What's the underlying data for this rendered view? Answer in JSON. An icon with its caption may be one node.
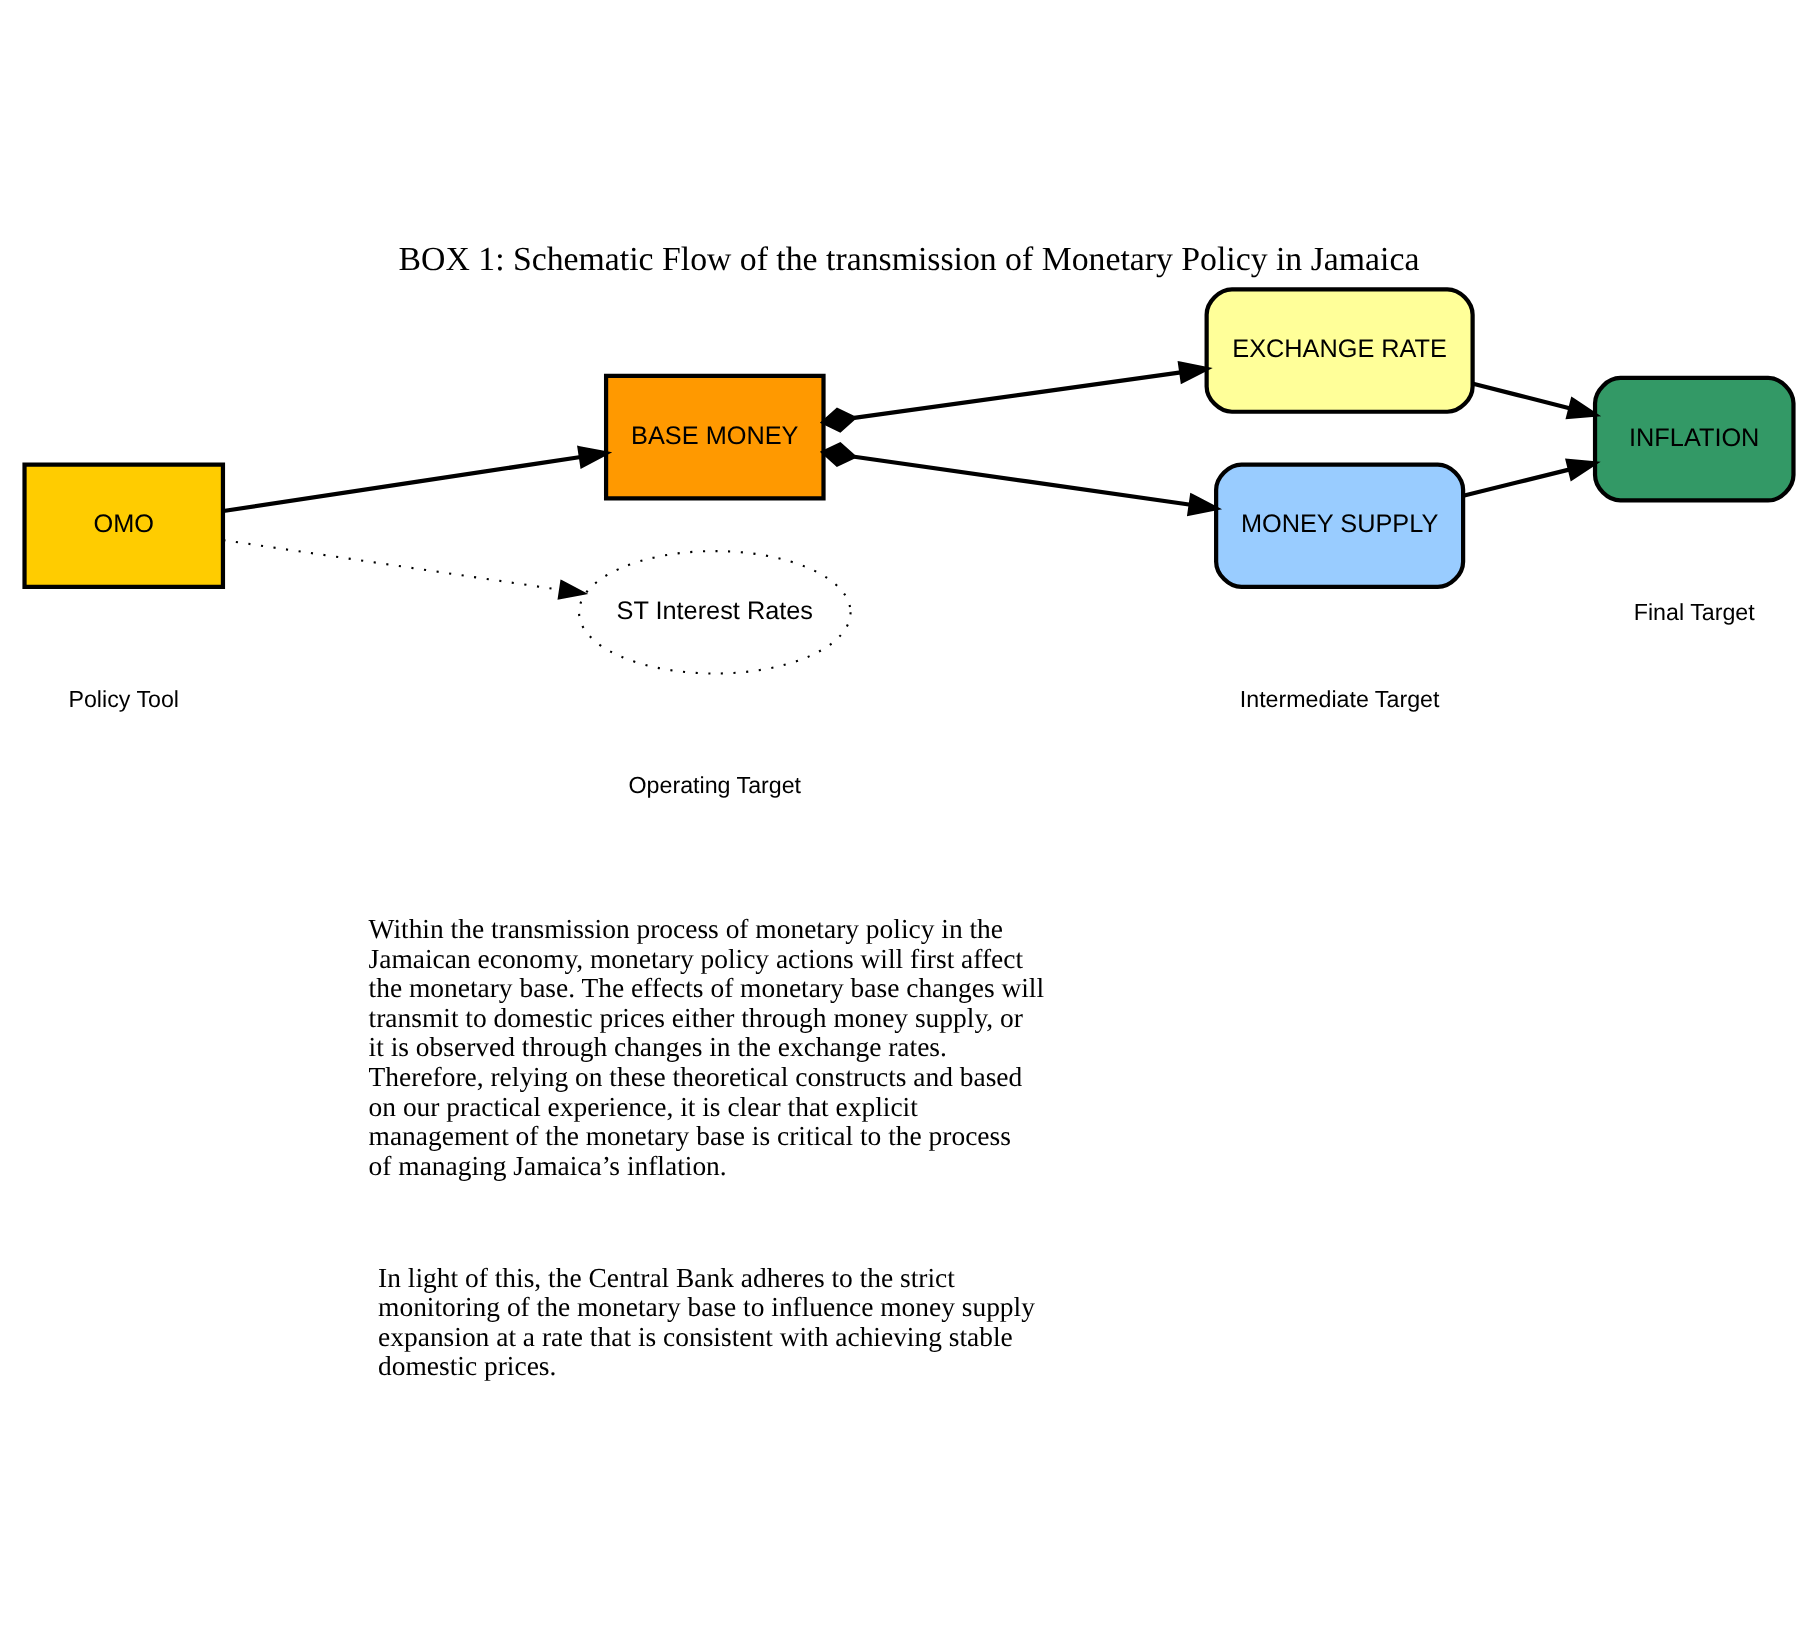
{
  "diagram": {
    "title": "BOX 1: Schematic Flow of the transmission of Monetary Policy in Jamaica",
    "nodes": [
      {
        "text": [
          "OMO"
        ]
      },
      {
        "text": [
          "BASE MONEY"
        ]
      },
      {
        "text": [
          "ST Interest Rates"
        ]
      },
      {
        "text": [
          "EXCHANGE RATE"
        ]
      },
      {
        "text": [
          "MONEY SUPPLY"
        ]
      },
      {
        "text": [
          "INFLATION"
        ]
      }
    ],
    "edges": [
      {
        "from": 0,
        "to": 1,
        "arrow": "to"
      },
      {
        "from": 0,
        "to": 2,
        "arrow": "to",
        "style": "dashed"
      },
      {
        "from": 1,
        "to": 3,
        "arrow": "to"
      },
      {
        "from": 1,
        "to": 4,
        "arrow": "to"
      },
      {
        "from": 3,
        "to": 5,
        "arrow": "to"
      },
      {
        "from": 4,
        "to": 5,
        "arrow": "to"
      }
    ],
    "labels": [
      "Policy Tool",
      "Operating Target",
      "Intermediate Target",
      "Final Target",
      "Within the transmission process of monetary policy in the Jamaican economy, monetary policy actions will first affect the monetary base. The effects of monetary base changes will transmit to domestic prices either through money supply, or it is observed through changes in the exchange rates. Therefore, relying on these theoretical constructs and based on our practical experience, it is clear that explicit management of the monetary base is critical to the process of managing Jamaica’s inflation.",
      "In light of this, the Central Bank adheres to the strict monitoring of the monetary base to influence money supply expansion at a rate that is consistent with achieving stable domestic prices."
    ]
  }
}
